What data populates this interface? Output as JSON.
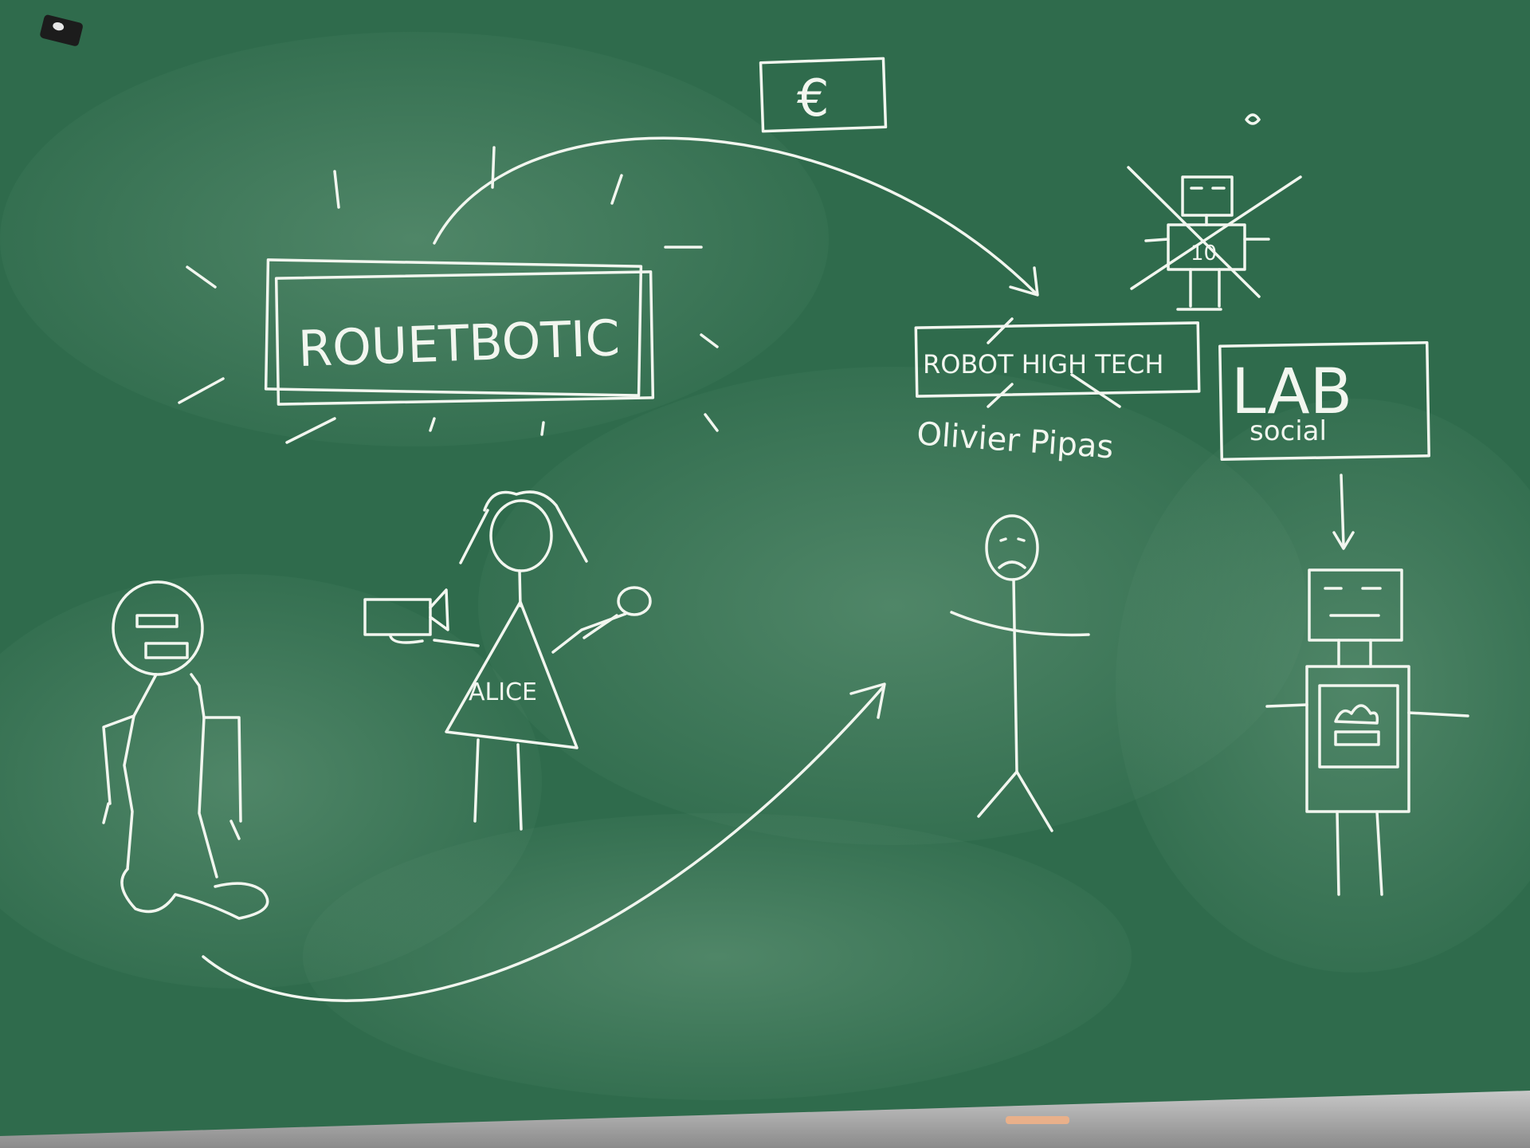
{
  "scene": {
    "board_color": "#2f6b4c",
    "chalk_color": "#f2f6ef"
  },
  "labels": {
    "brand": "ROUETBOTIC",
    "currency": "€",
    "robot_high_tech": "ROBOT HIGH TECH",
    "person_name": "Olivier Pipas",
    "lab_main": "LAB",
    "lab_sub": "social",
    "girl_name": "ALICE",
    "crossed_robot_number": "10"
  }
}
